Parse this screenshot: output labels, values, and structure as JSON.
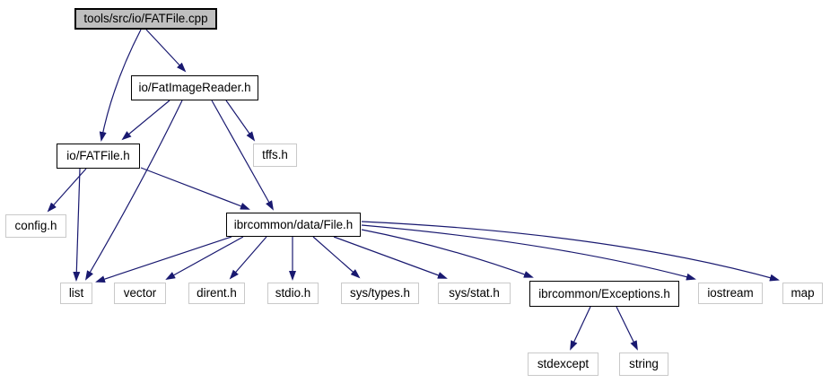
{
  "diagram": {
    "kind": "include-dependency-graph",
    "root_label": "tools/src/io/FATFile.cpp",
    "colors": {
      "background": "#ffffff",
      "edge": "#191970",
      "node_fill": "#ffffff",
      "root_fill": "#bfbfbf",
      "linked_border": "#000000",
      "external_border": "#c9c9c9",
      "text": "#000000"
    },
    "nodes": [
      {
        "id": "fatfile-cpp",
        "label": "tools/src/io/FATFile.cpp",
        "kind": "root"
      },
      {
        "id": "fatimagereader-h",
        "label": "io/FatImageReader.h",
        "kind": "linked"
      },
      {
        "id": "fatfile-h",
        "label": "io/FATFile.h",
        "kind": "linked"
      },
      {
        "id": "tffs-h",
        "label": "tffs.h",
        "kind": "external"
      },
      {
        "id": "config-h",
        "label": "config.h",
        "kind": "external"
      },
      {
        "id": "file-h",
        "label": "ibrcommon/data/File.h",
        "kind": "linked"
      },
      {
        "id": "list",
        "label": "list",
        "kind": "external"
      },
      {
        "id": "vector",
        "label": "vector",
        "kind": "external"
      },
      {
        "id": "dirent-h",
        "label": "dirent.h",
        "kind": "external"
      },
      {
        "id": "stdio-h",
        "label": "stdio.h",
        "kind": "external"
      },
      {
        "id": "sys-types-h",
        "label": "sys/types.h",
        "kind": "external"
      },
      {
        "id": "sys-stat-h",
        "label": "sys/stat.h",
        "kind": "external"
      },
      {
        "id": "exceptions-h",
        "label": "ibrcommon/Exceptions.h",
        "kind": "linked"
      },
      {
        "id": "iostream",
        "label": "iostream",
        "kind": "external"
      },
      {
        "id": "map",
        "label": "map",
        "kind": "external"
      },
      {
        "id": "stdexcept",
        "label": "stdexcept",
        "kind": "external"
      },
      {
        "id": "string",
        "label": "string",
        "kind": "external"
      }
    ],
    "edges": [
      {
        "from": "fatfile-cpp",
        "to": "fatimagereader-h"
      },
      {
        "from": "fatfile-cpp",
        "to": "fatfile-h"
      },
      {
        "from": "fatimagereader-h",
        "to": "fatfile-h"
      },
      {
        "from": "fatimagereader-h",
        "to": "tffs-h"
      },
      {
        "from": "fatimagereader-h",
        "to": "file-h"
      },
      {
        "from": "fatimagereader-h",
        "to": "list"
      },
      {
        "from": "fatfile-h",
        "to": "config-h"
      },
      {
        "from": "fatfile-h",
        "to": "list"
      },
      {
        "from": "fatfile-h",
        "to": "file-h"
      },
      {
        "from": "file-h",
        "to": "list"
      },
      {
        "from": "file-h",
        "to": "vector"
      },
      {
        "from": "file-h",
        "to": "dirent-h"
      },
      {
        "from": "file-h",
        "to": "stdio-h"
      },
      {
        "from": "file-h",
        "to": "sys-types-h"
      },
      {
        "from": "file-h",
        "to": "sys-stat-h"
      },
      {
        "from": "file-h",
        "to": "exceptions-h"
      },
      {
        "from": "file-h",
        "to": "iostream"
      },
      {
        "from": "file-h",
        "to": "map"
      },
      {
        "from": "exceptions-h",
        "to": "stdexcept"
      },
      {
        "from": "exceptions-h",
        "to": "string"
      }
    ]
  }
}
